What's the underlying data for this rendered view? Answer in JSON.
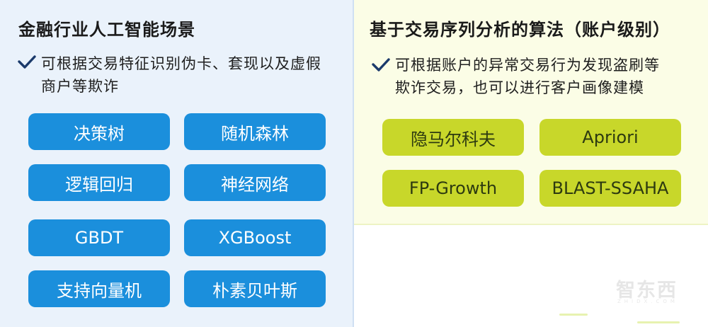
{
  "left": {
    "title": "金融行业人工智能场景",
    "bullet_line1": "可根据交易特征识别伪卡、套现以及虚假",
    "bullet_line2": "商户等欺诈",
    "check_icon": "checkmark-icon",
    "buttons": [
      "决策树",
      "随机森林",
      "逻辑回归",
      "神经网络",
      "GBDT",
      "XGBoost",
      "支持向量机",
      "朴素贝叶斯"
    ],
    "button_color": "#1b8fdc"
  },
  "right": {
    "title": "基于交易序列分析的算法（账户级别）",
    "bullet_line1": "可根据账户的异常交易行为发现盗刷等",
    "bullet_line2": "欺诈交易，也可以进行客户画像建模",
    "check_icon": "checkmark-icon",
    "buttons": [
      "隐马尔科夫",
      "Apriori",
      "FP-Growth",
      "BLAST-SSAHA"
    ],
    "button_color": "#c8d72a"
  },
  "watermark": {
    "text": "智东西",
    "sub": "ZHIDX.COM"
  }
}
